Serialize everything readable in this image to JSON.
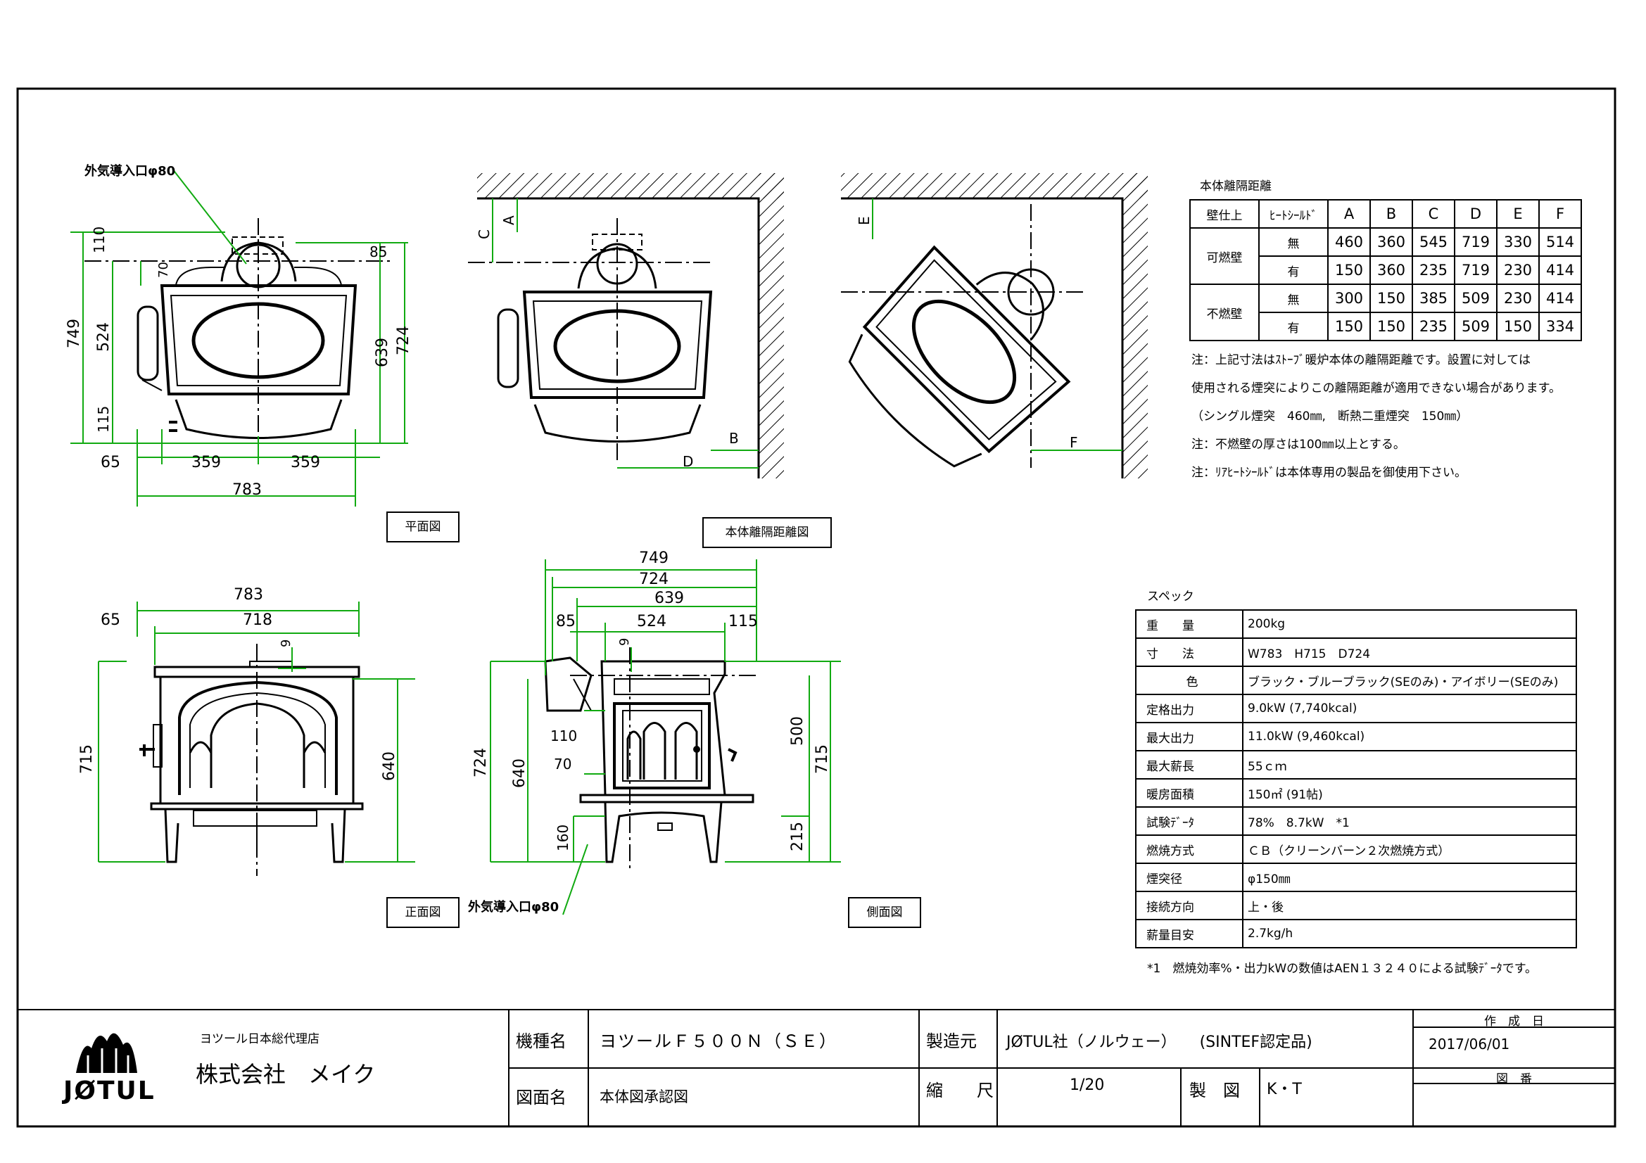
{
  "plan_view": {
    "title": "平面図",
    "air_inlet": "外気導入口φ80",
    "dims": {
      "d110": "110",
      "d85": "85",
      "d70": "70",
      "d749": "749",
      "d524": "524",
      "d115": "115",
      "d639": "639",
      "d724": "724",
      "d65": "65",
      "d359a": "359",
      "d359b": "359",
      "d783": "783"
    }
  },
  "clearance_view": {
    "title": "本体離隔距離図",
    "letters": {
      "A": "A",
      "B": "B",
      "C": "C",
      "D": "D",
      "E": "E",
      "F": "F"
    }
  },
  "clearance_table": {
    "title": "本体離隔距離",
    "headers": [
      "壁仕上",
      "ﾋｰﾄｼｰﾙﾄﾞ",
      "A",
      "B",
      "C",
      "D",
      "E",
      "F"
    ],
    "groups": [
      {
        "wall": "可燃壁",
        "rows": [
          {
            "shield": "無",
            "values": [
              "460",
              "360",
              "545",
              "719",
              "330",
              "514"
            ]
          },
          {
            "shield": "有",
            "values": [
              "150",
              "360",
              "235",
              "719",
              "230",
              "414"
            ]
          }
        ]
      },
      {
        "wall": "不燃壁",
        "rows": [
          {
            "shield": "無",
            "values": [
              "300",
              "150",
              "385",
              "509",
              "230",
              "414"
            ]
          },
          {
            "shield": "有",
            "values": [
              "150",
              "150",
              "235",
              "509",
              "150",
              "334"
            ]
          }
        ]
      }
    ],
    "notes": [
      "注：上記寸法はｽﾄｰﾌﾞ暖炉本体の離隔距離です。設置に対しては",
      "使用される煙突によりこの離隔距離が適用できない場合があります。",
      "（シングル煙突　460㎜,　断熱二重煙突　150㎜）",
      "注：不燃壁の厚さは100㎜以上とする。",
      "注：ﾘｱﾋｰﾄｼｰﾙﾄﾞは本体専用の製品を御使用下さい。"
    ]
  },
  "front_view": {
    "title": "正面図",
    "dims": {
      "d783": "783",
      "d65": "65",
      "d718": "718",
      "d9": "9",
      "d715": "715",
      "d640": "640"
    }
  },
  "side_view": {
    "title": "側面図",
    "air_inlet": "外気導入口φ80",
    "dims": {
      "d749": "749",
      "d724": "724",
      "d639": "639",
      "d85": "85",
      "d524": "524",
      "d115": "115",
      "d9": "9",
      "d110": "110",
      "d70": "70",
      "d724v": "724",
      "d640": "640",
      "d160": "160",
      "d500": "500",
      "d715": "715",
      "d215": "215"
    }
  },
  "specs": {
    "title": "スペック",
    "rows": [
      {
        "label": "重　　量",
        "value": "200kg"
      },
      {
        "label": "寸　　法",
        "value": "W783　H715　D724"
      },
      {
        "label": "色",
        "value": "ブラック・ブルーブラック(SEのみ)・アイボリー(SEのみ)"
      },
      {
        "label": "定格出力",
        "value": "9.0kW (7,740kcal)"
      },
      {
        "label": "最大出力",
        "value": "11.0kW (9,460kcal)"
      },
      {
        "label": "最大薪長",
        "value": "55ｃｍ"
      },
      {
        "label": "暖房面積",
        "value": "150㎡ (91帖)"
      },
      {
        "label": "試験ﾃﾞｰﾀ",
        "value": "78%　8.7kW　*1"
      },
      {
        "label": "燃焼方式",
        "value": "ＣＢ（クリーンバーン２次燃焼方式）"
      },
      {
        "label": "煙突径",
        "value": "φ150㎜"
      },
      {
        "label": "接続方向",
        "value": "上・後"
      },
      {
        "label": "薪量目安",
        "value": "2.7kg/h"
      }
    ],
    "footnote": "*1　燃焼効率%・出力kWの数値はAEN１３２４０による試験ﾃﾞｰﾀです。"
  },
  "title_block": {
    "logo_text": "JØTUL",
    "agent_label": "ヨツール日本総代理店",
    "company": "株式会社　メイク",
    "model_label": "機種名",
    "model_value": "ヨツールＦ５００Ｎ（ＳＥ）",
    "maker_label": "製造元",
    "maker_value": "JØTUL社（ノルウェー）　　(SINTEF認定品)",
    "date_label": "作　成　日",
    "date_value": "2017/06/01",
    "drawing_label": "図面名",
    "drawing_value": "本体図承認図",
    "scale_label": "縮　　尺",
    "scale_value": "1/20",
    "drawn_label": "製　図",
    "drawn_value": "K・T",
    "number_label": "図　番",
    "number_value": ""
  }
}
